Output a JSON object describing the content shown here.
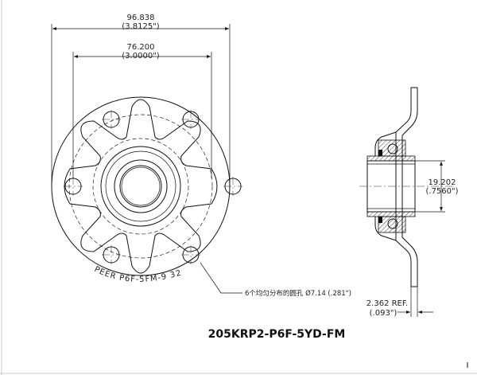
{
  "dimensions": {
    "outer_diameter_mm": "96.838",
    "outer_diameter_in": "(3.8125\")",
    "bolt_circle_mm": "76.200",
    "bolt_circle_in": "(3.0000\")",
    "bore_mm": "19.202",
    "bore_in": "(.7560\")",
    "thickness_ref": "2.362 REF.",
    "thickness_in": "(.093\")"
  },
  "stamp_text": "PEER P6F-5FM-9 32",
  "hole_note": "6个均匀分布的圆孔 Ø7.14 (.281\")",
  "part_number": "205KRP2-P6F-5YD-FM"
}
